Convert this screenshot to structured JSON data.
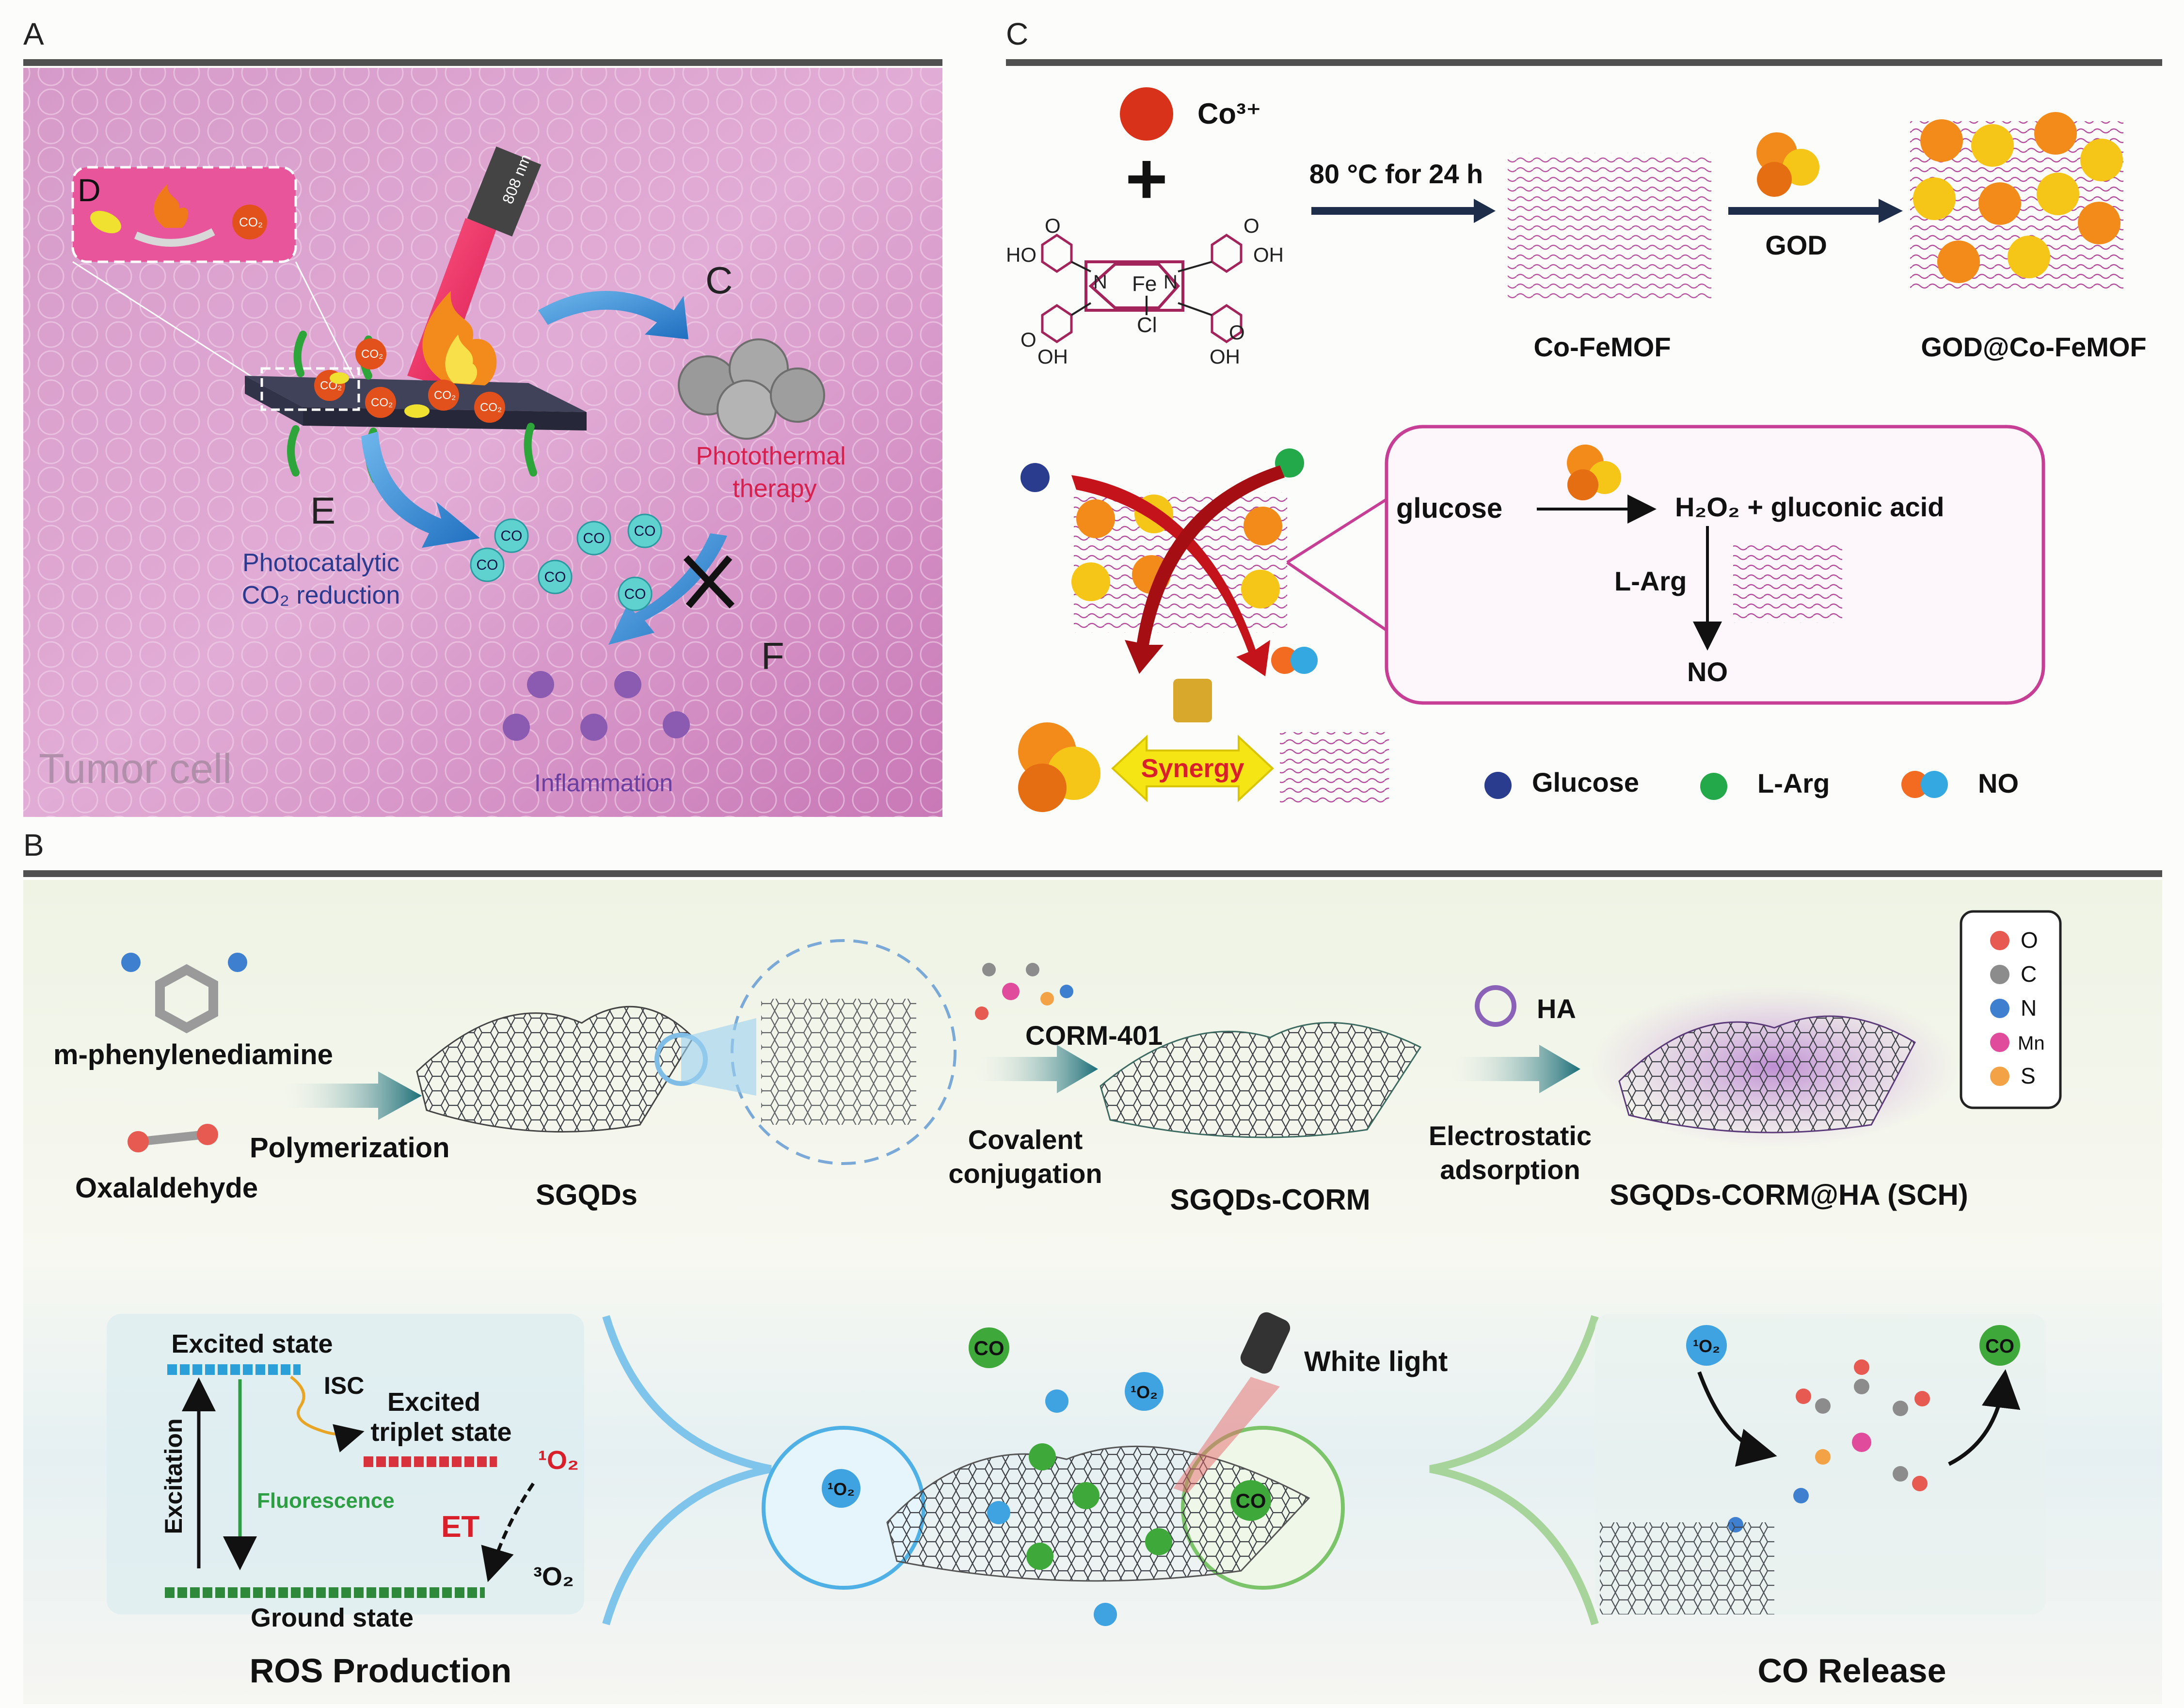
{
  "panels": {
    "A": {
      "letter": "A",
      "inset_letter": "D",
      "inset_co2": "CO₂",
      "laser_label": "808 nm",
      "co2_label": "CO₂",
      "co_label": "CO",
      "label_c": "C",
      "label_e": "E",
      "label_f": "F",
      "photothermal": [
        "Photothermal",
        "therapy"
      ],
      "photocatalytic": "Photocatalytic",
      "co2_reduction": "CO₂ reduction",
      "inflammation": "Inflammation",
      "tumor_cell": "Tumor cell"
    },
    "C": {
      "letter": "C",
      "co3": "Co³⁺",
      "plus": "+",
      "condition": "80 °C for 24 h",
      "god": "GOD",
      "co_femof": "Co-FeMOF",
      "god_co_femof": "GOD@Co-FeMOF",
      "molecule": {
        "o": "O",
        "ho": "HO",
        "oh": "OH",
        "cl": "Cl",
        "fe": "Fe",
        "n": "N"
      },
      "glucose": "glucose",
      "h2o2": "H₂O₂ + gluconic acid",
      "l_arg": "L-Arg",
      "no": "NO",
      "synergy": "Synergy",
      "legend": [
        "Glucose",
        "L-Arg",
        "NO"
      ],
      "colors": {
        "glucose": "#2a3c8e",
        "larg": "#23a84a",
        "no_a": "#f36b21",
        "no_b": "#34a8e0",
        "frame": "#c63f95"
      }
    },
    "B": {
      "letter": "B",
      "m_phenylenediamine": "m-phenylenediamine",
      "oxalaldehyde": "Oxalaldehyde",
      "polymerization": "Polymerization",
      "sgqds": "SGQDs",
      "corm401": "CORM-401",
      "covalent": [
        "Covalent",
        "conjugation"
      ],
      "sgqds_corm": "SGQDs-CORM",
      "ha": "HA",
      "electrostatic": [
        "Electrostatic",
        "adsorption"
      ],
      "sch": "SGQDs-CORM@HA (SCH)",
      "atom_legend": [
        {
          "label": "O",
          "color": "#e65a52"
        },
        {
          "label": "C",
          "color": "#8c8c8c"
        },
        {
          "label": "N",
          "color": "#3f7fd0"
        },
        {
          "label": "Mn",
          "color": "#e04b9b"
        },
        {
          "label": "S",
          "color": "#f3a245"
        }
      ],
      "excited_state": "Excited state",
      "isc": "ISC",
      "excited_triplet": [
        "Excited",
        "triplet state"
      ],
      "excitation": "Excitation",
      "fluorescence": "Fluorescence",
      "et": "ET",
      "singlet_o2": "¹O₂",
      "triplet_o2": "³O₂",
      "ground_state": "Ground state",
      "ros_production": "ROS Production",
      "white_light": "White light",
      "co": "CO",
      "co_release": "CO Release"
    }
  }
}
